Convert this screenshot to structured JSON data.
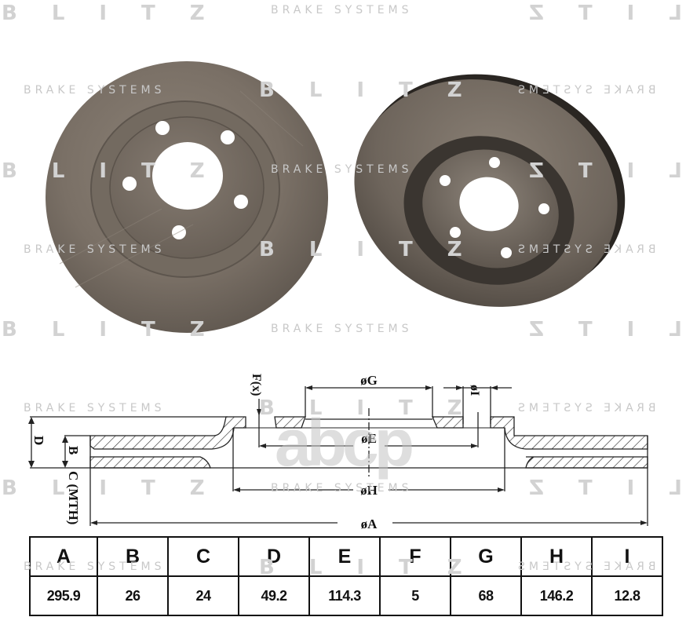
{
  "watermarks": {
    "brand": "BLITZ",
    "brand_letters": [
      "B",
      "L",
      "I",
      "T",
      "Z"
    ],
    "tagline": "BRAKE SYSTEMS",
    "reseller": "abcp"
  },
  "images": {
    "disc_front": {
      "label": "brake-disc-front-view",
      "color": "#7a7066"
    },
    "disc_angled": {
      "label": "brake-disc-angled-view",
      "color": "#6e655c"
    }
  },
  "drawing": {
    "labels": {
      "F": "F(x)",
      "G": "øG",
      "I": "øI",
      "E": "øE",
      "H": "øH",
      "A": "øA",
      "D": "D",
      "B": "B",
      "C": "C (MTH)"
    }
  },
  "spec_table": {
    "headers": [
      "A",
      "B",
      "C",
      "D",
      "E",
      "F",
      "G",
      "H",
      "I"
    ],
    "values": [
      "295.9",
      "26",
      "24",
      "49.2",
      "114.3",
      "5",
      "68",
      "146.2",
      "12.8"
    ]
  }
}
